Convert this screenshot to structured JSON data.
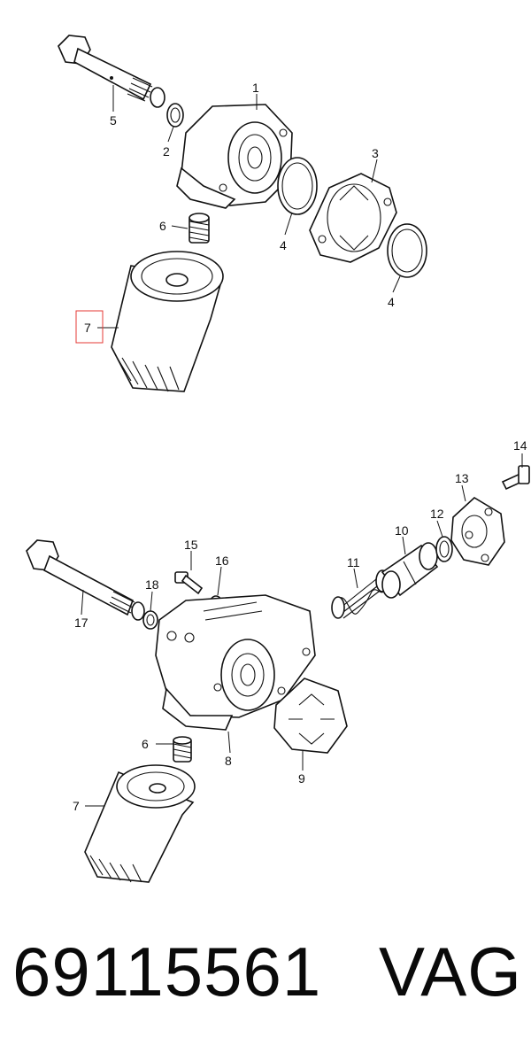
{
  "top_callouts": [
    "1",
    "2",
    "3",
    "4",
    "4",
    "5",
    "6",
    "7"
  ],
  "bottom_callouts": [
    "6",
    "7",
    "8",
    "9",
    "10",
    "11",
    "12",
    "13",
    "14",
    "15",
    "16",
    "17",
    "18"
  ],
  "footer": {
    "part_number": "69115561",
    "brand": "VAG"
  },
  "colors": {
    "highlight": "#e53935",
    "ink": "#111111"
  }
}
